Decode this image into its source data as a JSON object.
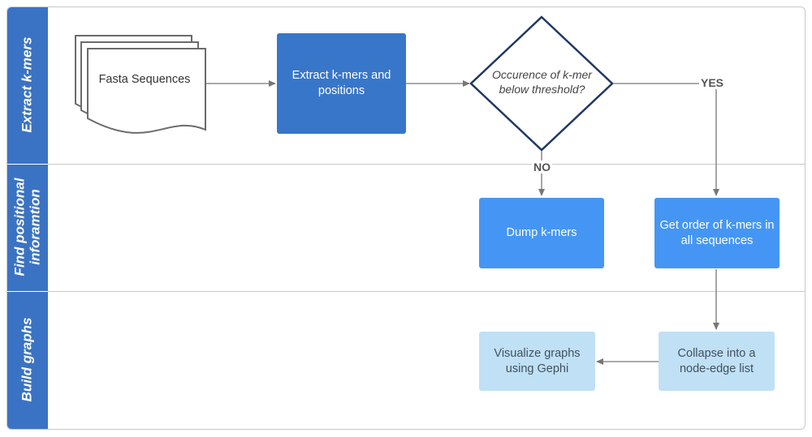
{
  "lanes": [
    {
      "label": "Extract k-mers"
    },
    {
      "label": "Find positional\ninforamtion"
    },
    {
      "label": "Build graphs"
    }
  ],
  "nodes": {
    "fasta": "Fasta Sequences",
    "extract": "Extract k-mers and\npositions",
    "decision": "Occurence of k-mer\nbelow threshold?",
    "dump": "Dump k-mers",
    "order": "Get order of k-mers in\nall sequences",
    "collapse": "Collapse into a\nnode-edge list",
    "visualize": "Visualize graphs\nusing Gephi"
  },
  "edge_labels": {
    "yes": "YES",
    "no": "NO"
  },
  "colors": {
    "lane_band": "#3b73c4",
    "dark_box": "#3876c9",
    "mid_box": "#4596f4",
    "light_box": "#c0e0f5",
    "diamond_border": "#1f3864",
    "connector": "#777777"
  }
}
